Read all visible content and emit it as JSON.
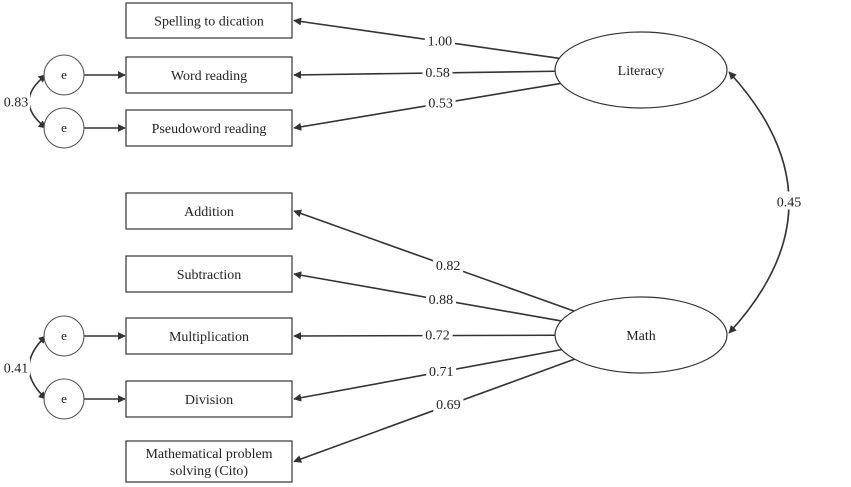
{
  "observed": [
    {
      "id": "spelling",
      "lines": [
        "Spelling to dication"
      ]
    },
    {
      "id": "word_reading",
      "lines": [
        "Word reading"
      ]
    },
    {
      "id": "pseudoword_reading",
      "lines": [
        "Pseudoword reading"
      ]
    },
    {
      "id": "addition",
      "lines": [
        "Addition"
      ]
    },
    {
      "id": "subtraction",
      "lines": [
        "Subtraction"
      ]
    },
    {
      "id": "multiplication",
      "lines": [
        "Multiplication"
      ]
    },
    {
      "id": "division",
      "lines": [
        "Division"
      ]
    },
    {
      "id": "math_problem_solving",
      "lines": [
        "Mathematical problem",
        "solving (Cito)"
      ]
    }
  ],
  "latent": [
    {
      "id": "literacy",
      "label": "Literacy"
    },
    {
      "id": "math",
      "label": "Math"
    }
  ],
  "loadings": [
    {
      "from": "literacy",
      "to": "spelling",
      "value": "1.00"
    },
    {
      "from": "literacy",
      "to": "word_reading",
      "value": "0.58"
    },
    {
      "from": "literacy",
      "to": "pseudoword_reading",
      "value": "0.53"
    },
    {
      "from": "math",
      "to": "addition",
      "value": "0.82"
    },
    {
      "from": "math",
      "to": "subtraction",
      "value": "0.88"
    },
    {
      "from": "math",
      "to": "multiplication",
      "value": "0.72"
    },
    {
      "from": "math",
      "to": "division",
      "value": "0.71"
    },
    {
      "from": "math",
      "to": "math_problem_solving",
      "value": "0.69"
    }
  ],
  "latent_correlation": {
    "between": [
      "literacy",
      "math"
    ],
    "value": "0.45"
  },
  "error_terms": [
    {
      "label": "e",
      "indicator": "word_reading"
    },
    {
      "label": "e",
      "indicator": "pseudoword_reading"
    },
    {
      "label": "e",
      "indicator": "multiplication"
    },
    {
      "label": "e",
      "indicator": "division"
    }
  ],
  "error_correlations": [
    {
      "between": [
        "word_reading",
        "pseudoword_reading"
      ],
      "value": "0.83"
    },
    {
      "between": [
        "multiplication",
        "division"
      ],
      "value": "0.41"
    }
  ]
}
